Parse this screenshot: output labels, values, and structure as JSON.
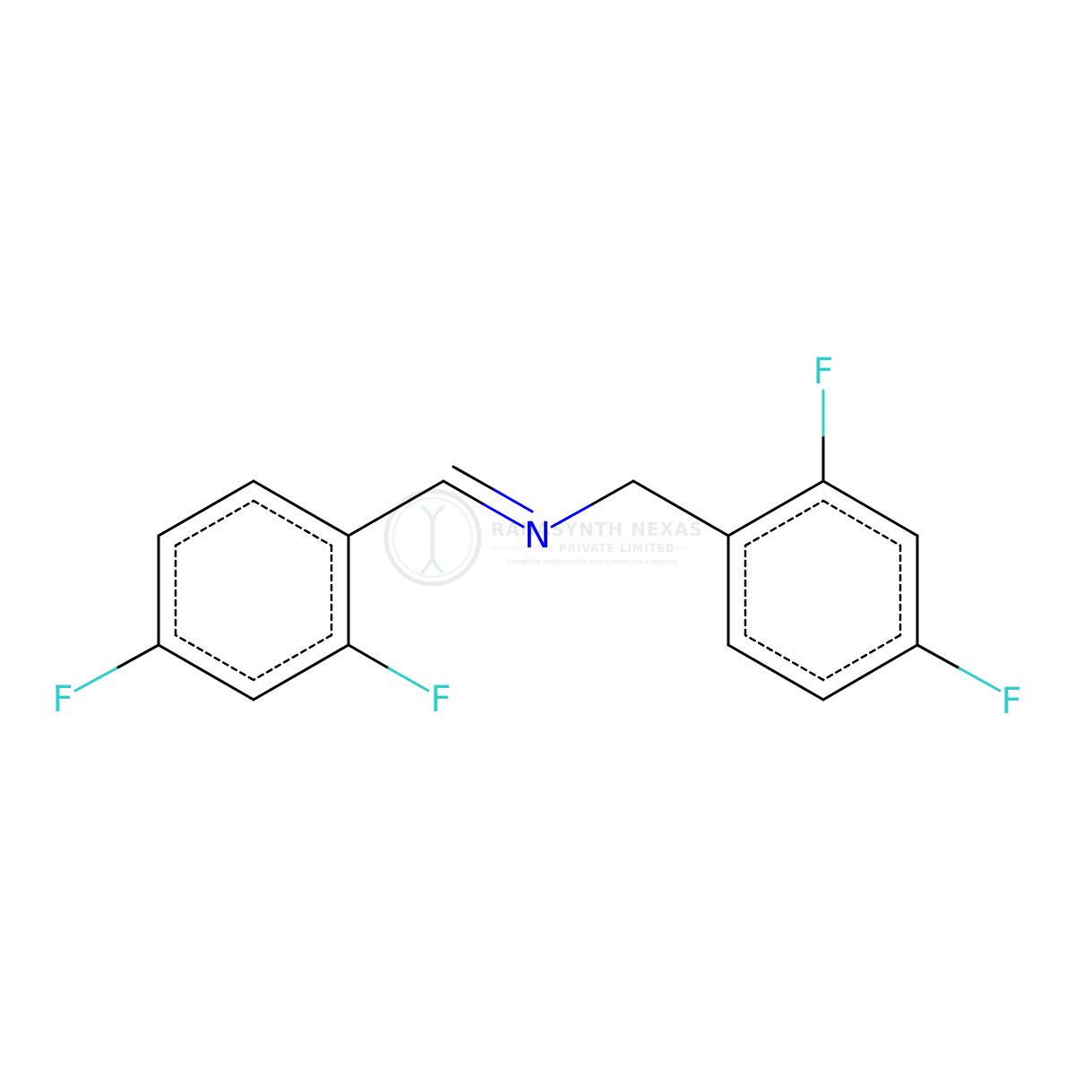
{
  "molecule": {
    "atoms": [
      {
        "id": "F1",
        "label": "F",
        "color": "#33CCCC"
      },
      {
        "id": "F2",
        "label": "F",
        "color": "#33CCCC"
      },
      {
        "id": "N",
        "label": "N",
        "color": "#0000FF"
      },
      {
        "id": "F3",
        "label": "F",
        "color": "#33CCCC"
      },
      {
        "id": "F4",
        "label": "F",
        "color": "#33CCCC"
      }
    ],
    "bond_color": "#000000"
  },
  "watermark": {
    "company": "RANASYNTH NEXAS",
    "subtitle": "PRIVATE LIMITED",
    "tagline": "Complete solutions for every molecule's journey",
    "color": "#d7e0dc"
  }
}
